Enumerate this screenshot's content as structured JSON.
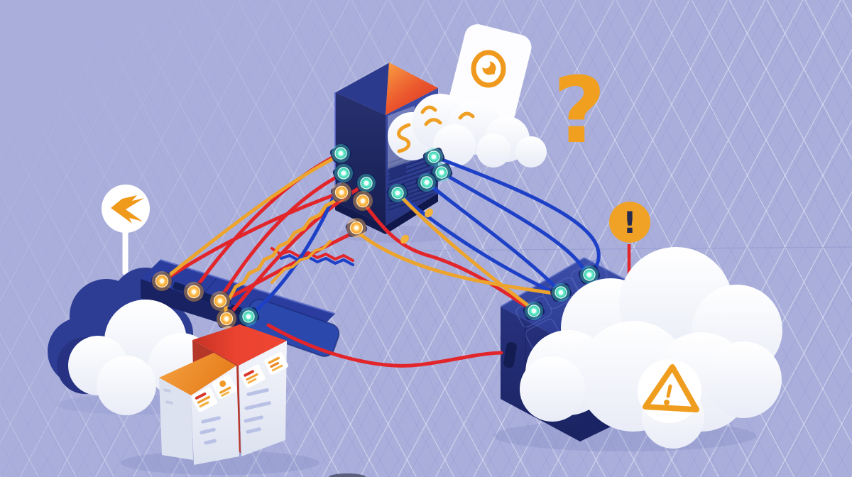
{
  "illustration": {
    "description": "Isometric illustration of a cloud network with broken and tangled connections",
    "background": {
      "base_color": "#a9aedb",
      "grid_color": "#ffffff"
    },
    "colors": {
      "cable_red": "#e2252a",
      "cable_blue": "#1d40c6",
      "cable_yellow": "#eda42d",
      "led_teal": "#3ee8c6",
      "led_amber": "#ffb23a",
      "accent_orange": "#f09c1e",
      "server_navy_dark": "#1d2566",
      "server_blue": "#32429c",
      "cloud_navy": "#2e3d94",
      "box_orange_top": "#ee8b26",
      "box_red_top": "#e23a2a",
      "cloud_white": "#ffffff"
    },
    "badges": {
      "question_mark": {
        "glyph": "?",
        "color": "#f0a01e"
      },
      "alert_pin": {
        "glyph": "!",
        "circle_color": "#f0a226",
        "stick_color": "#e2252a"
      },
      "warning_badge": {
        "icon_name": "warning-triangle-icon",
        "color": "#ef9d1f"
      },
      "location_pin": {
        "icon_name": "broken-arrow-icon",
        "color": "#f09a1c"
      },
      "speech_bubble": {
        "icon_name": "clock-swirl-icon",
        "color": "#ef9a1e"
      }
    },
    "nodes": {
      "central_server": {
        "teal_led_count": 7,
        "amber_led_count": 3
      },
      "left_edge_bar": {
        "amber_led_count": 4,
        "teal_led_count": 1
      },
      "right_cube": {
        "teal_led_count": 3
      },
      "document_boxes_count": 2
    },
    "cables": {
      "red_count": 8,
      "blue_count": 6,
      "yellow_count": 4
    }
  }
}
